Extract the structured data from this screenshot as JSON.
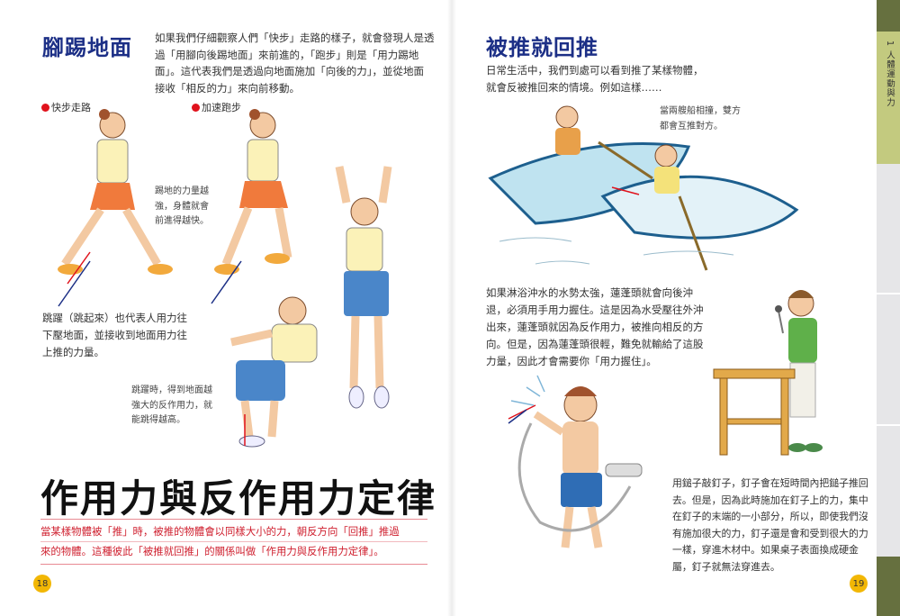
{
  "left_page": {
    "section_title": "腳踢地面",
    "intro_lines": [
      "如果我們仔細觀察人們「快步」走路的樣子，就會發現人是透",
      "過「用腳向後踢地面」來前進的，「跑步」則是「用力踢地",
      "面」。這代表我們是透過向地面施加「向後的力」，並從地面",
      "接收「相反的力」來向前移動。"
    ],
    "label_walk": "快步走路",
    "label_run": "加速跑步",
    "caption_kick": [
      "踢地的力量越",
      "強，身體就會",
      "前進得越快。"
    ],
    "caption_jump": [
      "跳躍（跳起來）也代表人用力往",
      "下壓地面，並接收到地面用力往",
      "上推的力量。"
    ],
    "caption_jump2": [
      "跳躍時，得到地面越",
      "強大的反作用力，就",
      "能跳得越高。"
    ],
    "law_title": "作用力與反作用力定律",
    "law_text": [
      "當某樣物體被「推」時，被推的物體會以同樣大小的力，朝反方向「回推」推過",
      "來的物體。這種彼此「被推就回推」的關係叫做「作用力與反作用力定律」。"
    ],
    "page_number": "18"
  },
  "right_page": {
    "section_title": "被推就回推",
    "intro_lines": [
      "日常生活中，我們到處可以看到推了某樣物體，",
      "就會反被推回來的情境。例如這樣……"
    ],
    "caption_boat": [
      "當兩艘船相撞，雙方",
      "都會互推對方。"
    ],
    "caption_shower": [
      "如果淋浴沖水的水勢太強，蓮蓬頭就會向後沖",
      "退，必須用手用力握住。這是因為水受壓往外沖",
      "出來，蓮蓬頭就因為反作用力，被推向相反的方",
      "向。但是，因為蓮蓬頭很輕，難免就輸給了這股",
      "力量，因此才會需要你「用力握住」。"
    ],
    "caption_hammer": [
      "用鎚子敲釘子，釘子會在短時間內把鎚子推回",
      "去。但是，因為此時施加在釘子上的力，集中",
      "在釘子的末端的一小部分，所以，即使我們沒",
      "有施加很大的力，釘子還是會和受到很大的力",
      "一樣，穿進木材中。如果桌子表面換成硬金",
      "屬，釘子就無法穿進去。"
    ],
    "page_number": "19"
  },
  "side_tab": {
    "chapter": "1 人體運動與力"
  },
  "colors": {
    "title": "#1c2f86",
    "law_red": "#cf1f2e",
    "page_circle": "#f2b705",
    "tab_dark": "#66703f",
    "tab_active": "#c3ca7f",
    "tab_gray": "#e6e6e8"
  }
}
